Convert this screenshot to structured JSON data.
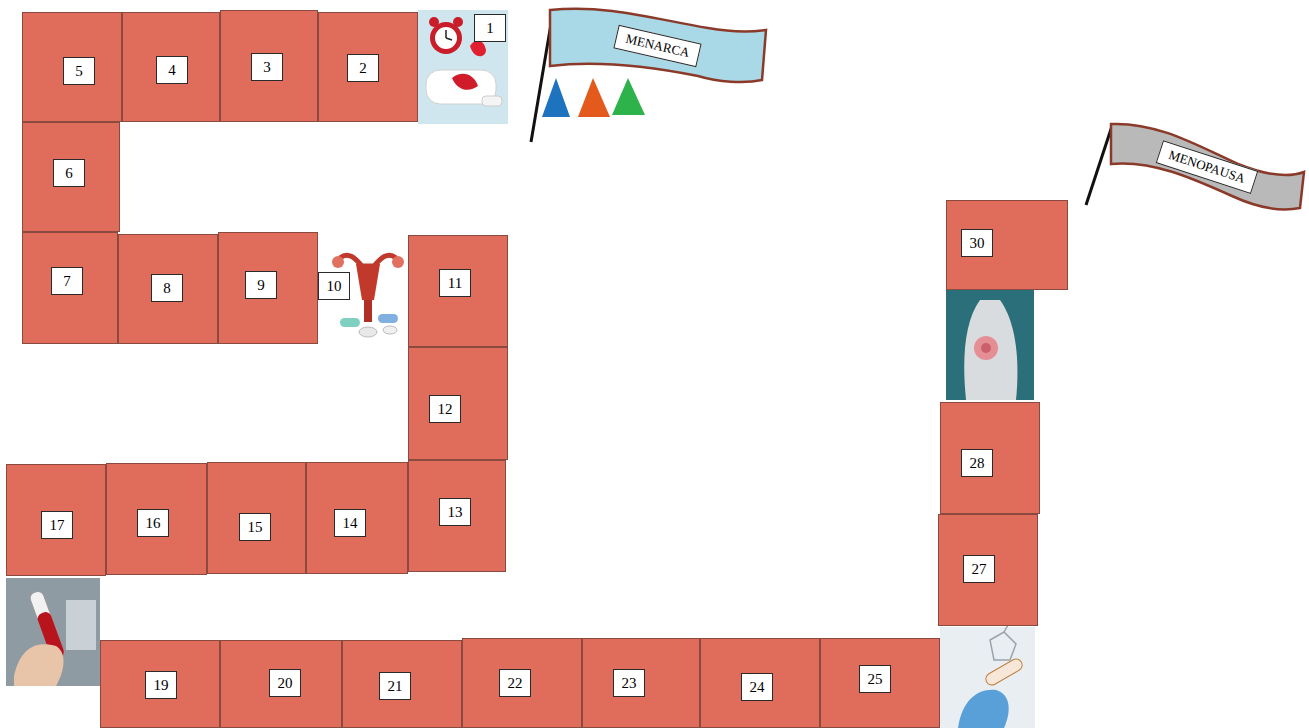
{
  "diagram": {
    "nodes": [
      {
        "text": [
          "1"
        ]
      },
      {
        "text": [
          "2"
        ]
      },
      {
        "text": [
          "3"
        ]
      },
      {
        "text": [
          "4"
        ]
      },
      {
        "text": [
          "5"
        ]
      },
      {
        "text": [
          "6"
        ]
      },
      {
        "text": [
          "7"
        ]
      },
      {
        "text": [
          "8"
        ]
      },
      {
        "text": [
          "9"
        ]
      },
      {
        "text": [
          "10"
        ]
      },
      {
        "text": [
          "11"
        ]
      },
      {
        "text": [
          "12"
        ]
      },
      {
        "text": [
          "13"
        ]
      },
      {
        "text": [
          "14"
        ]
      },
      {
        "text": [
          "15"
        ]
      },
      {
        "text": [
          "16"
        ]
      },
      {
        "text": [
          "17"
        ]
      },
      {
        "text": [
          "19"
        ]
      },
      {
        "text": [
          "20"
        ]
      },
      {
        "text": [
          "21"
        ]
      },
      {
        "text": [
          "22"
        ]
      },
      {
        "text": [
          "23"
        ]
      },
      {
        "text": [
          "24"
        ]
      },
      {
        "text": [
          "25"
        ]
      },
      {
        "text": [
          "27"
        ]
      },
      {
        "text": [
          "28"
        ]
      },
      {
        "text": [
          "30"
        ]
      },
      {
        "text": [
          "MENARCA"
        ]
      },
      {
        "text": [
          "MENOPAUSA"
        ]
      }
    ],
    "edges": []
  }
}
